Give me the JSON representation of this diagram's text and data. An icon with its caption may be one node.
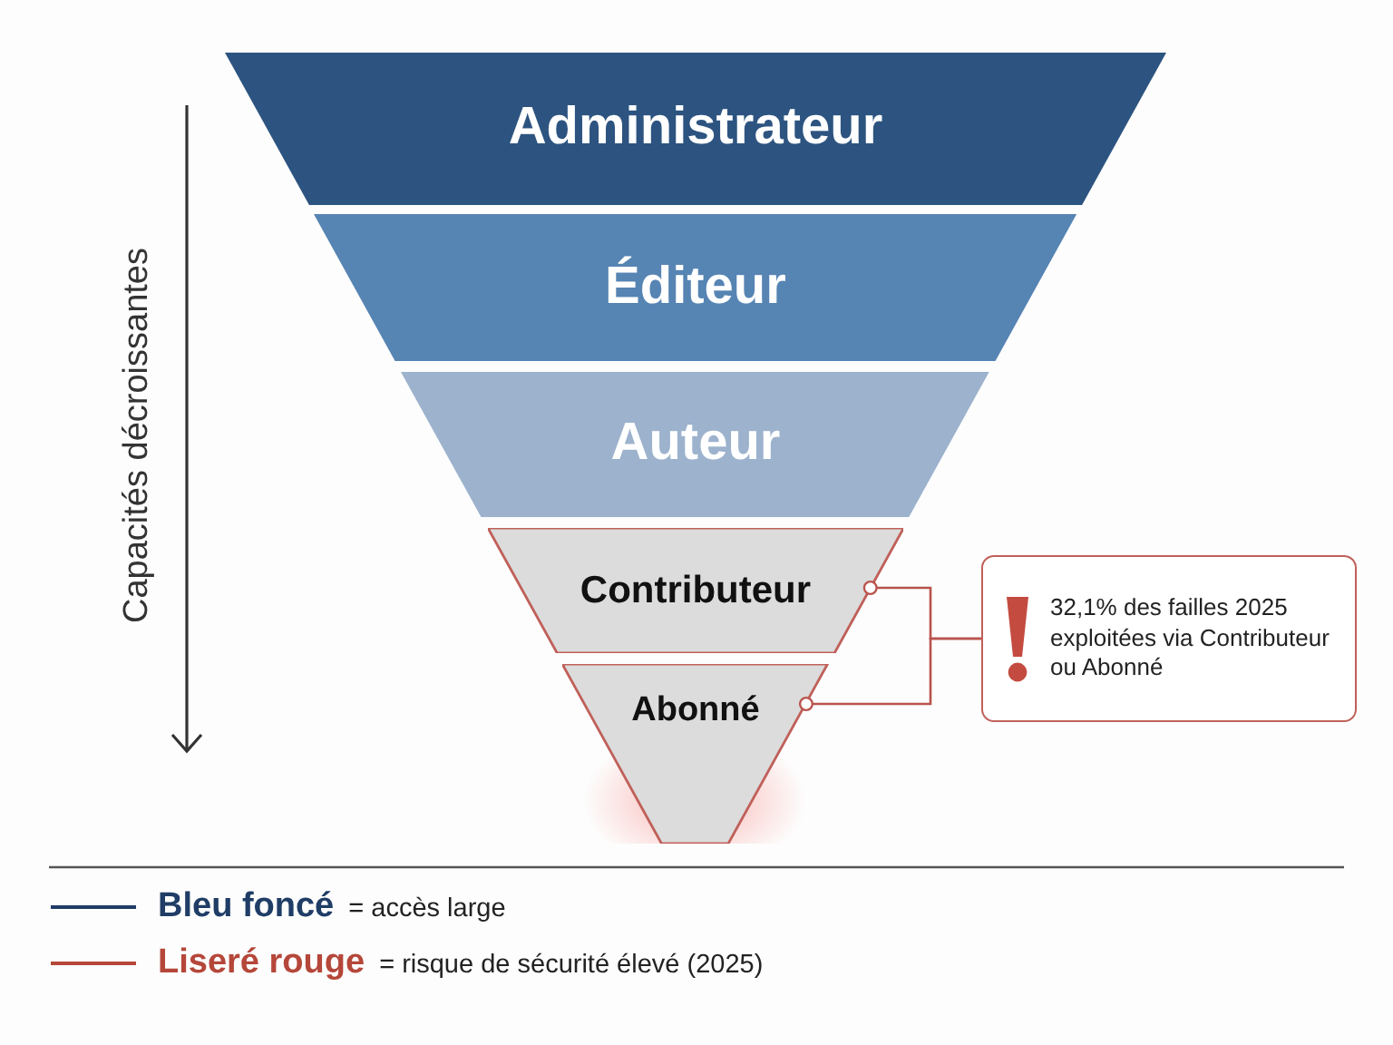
{
  "diagram": {
    "nodes": [
      {
        "text": [
          "Administrateur"
        ]
      },
      {
        "text": [
          "Éditeur"
        ]
      },
      {
        "text": [
          "Auteur"
        ]
      },
      {
        "text": [
          "Contributeur"
        ]
      },
      {
        "text": [
          "Abonné"
        ]
      },
      {
        "text": [
          "32,1% des failles 2025 exploitées via Contributeur ou Abonné"
        ]
      }
    ],
    "edges": [
      {
        "from": 3,
        "to": 5,
        "arrow": "other"
      },
      {
        "from": 4,
        "to": 5,
        "arrow": "other"
      }
    ],
    "labels": [
      "Capacités décroissantes"
    ],
    "legend": [
      {
        "text": "**Bleu foncé** = accès large"
      },
      {
        "text": "**Liseré rouge** = risque de sécurité élevé (2025)"
      }
    ]
  }
}
